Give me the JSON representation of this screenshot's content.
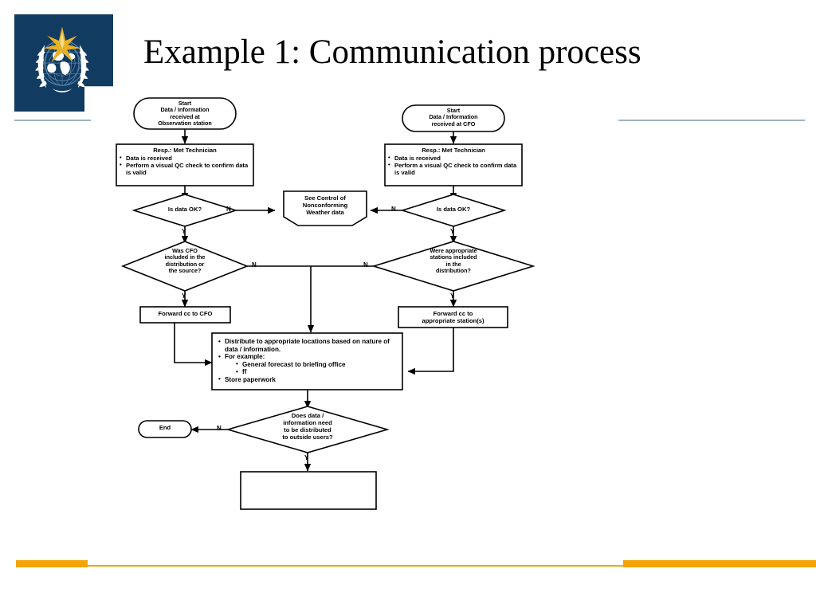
{
  "slide": {
    "title": "Example 1: Communication process",
    "logo_name": "wmo-logo",
    "accent_color": "#F5A406",
    "logo_background": "#113B61",
    "rule_color": "#9FB4C4"
  },
  "flowchart": {
    "left_branch": {
      "start": {
        "line1": "Start",
        "line2": "Data / Information",
        "line3": "received at",
        "line4": "Observation station"
      },
      "process": {
        "heading": "Resp.: Met Technician",
        "bullets": [
          "Data is received",
          "Perform a visual QC check to confirm data is valid"
        ]
      },
      "decision_qc": "Is data OK?",
      "decision_cfo": {
        "line1": "Was CFO",
        "line2": "included in the",
        "line3": "distribution or",
        "line4": "the source?"
      },
      "forward": "Forward cc to CFO"
    },
    "right_branch": {
      "start": {
        "line1": "Start",
        "line2": "Data / Information",
        "line3": "received at CFO"
      },
      "process": {
        "heading": "Resp.: Met Technician",
        "bullets": [
          "Data is received",
          "Perform a visual QC check to confirm data is valid"
        ]
      },
      "decision_qc": "Is data OK?",
      "decision_stations": {
        "line1": "Were appropriate",
        "line2": "stations included",
        "line3": "in the",
        "line4": "distribution?"
      },
      "forward": {
        "line1": "Forward cc to",
        "line2": "appropriate station(s)"
      }
    },
    "nonconforming": {
      "line1": "See Control of",
      "line2": "Nonconforming",
      "line3": "Weather data"
    },
    "distribute": {
      "bullets": [
        {
          "text": "Distribute to appropriate locations based on nature of data / information.",
          "level": 0
        },
        {
          "text": "For example:",
          "level": 0
        },
        {
          "text": "General forecast to briefing office",
          "level": 1
        },
        {
          "text": "ff",
          "level": 1
        },
        {
          "text": "Store paperwork",
          "level": 0
        }
      ]
    },
    "decision_outside": {
      "line1": "Does data /",
      "line2": "information need",
      "line3": "to be distributed",
      "line4": "to outside users?"
    },
    "end": "End",
    "empty_box": "",
    "edge_labels": {
      "yes": "Y",
      "no": "N"
    }
  }
}
